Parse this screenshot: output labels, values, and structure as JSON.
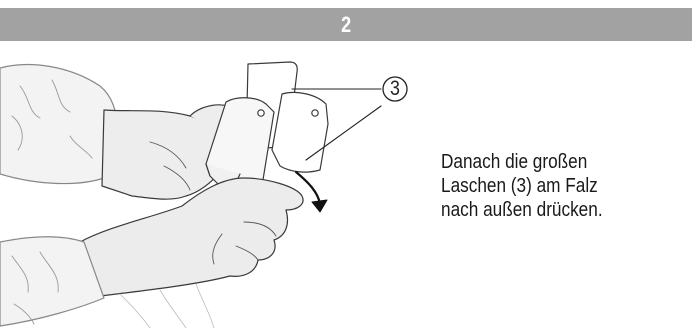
{
  "header": {
    "step_number": "2"
  },
  "illustration": {
    "callout_number": "3",
    "icons": [
      "hands-folding-box-illustration",
      "rotation-arrow-icon",
      "callout-circle-icon"
    ]
  },
  "instruction": {
    "lines": [
      "Danach die großen",
      "Laschen (3) am Falz",
      "nach außen drücken."
    ]
  },
  "colors": {
    "header_bg": "#a2a2a2",
    "header_text": "#ffffff",
    "line_art": "#333333",
    "glove_fill": "#ededed"
  }
}
